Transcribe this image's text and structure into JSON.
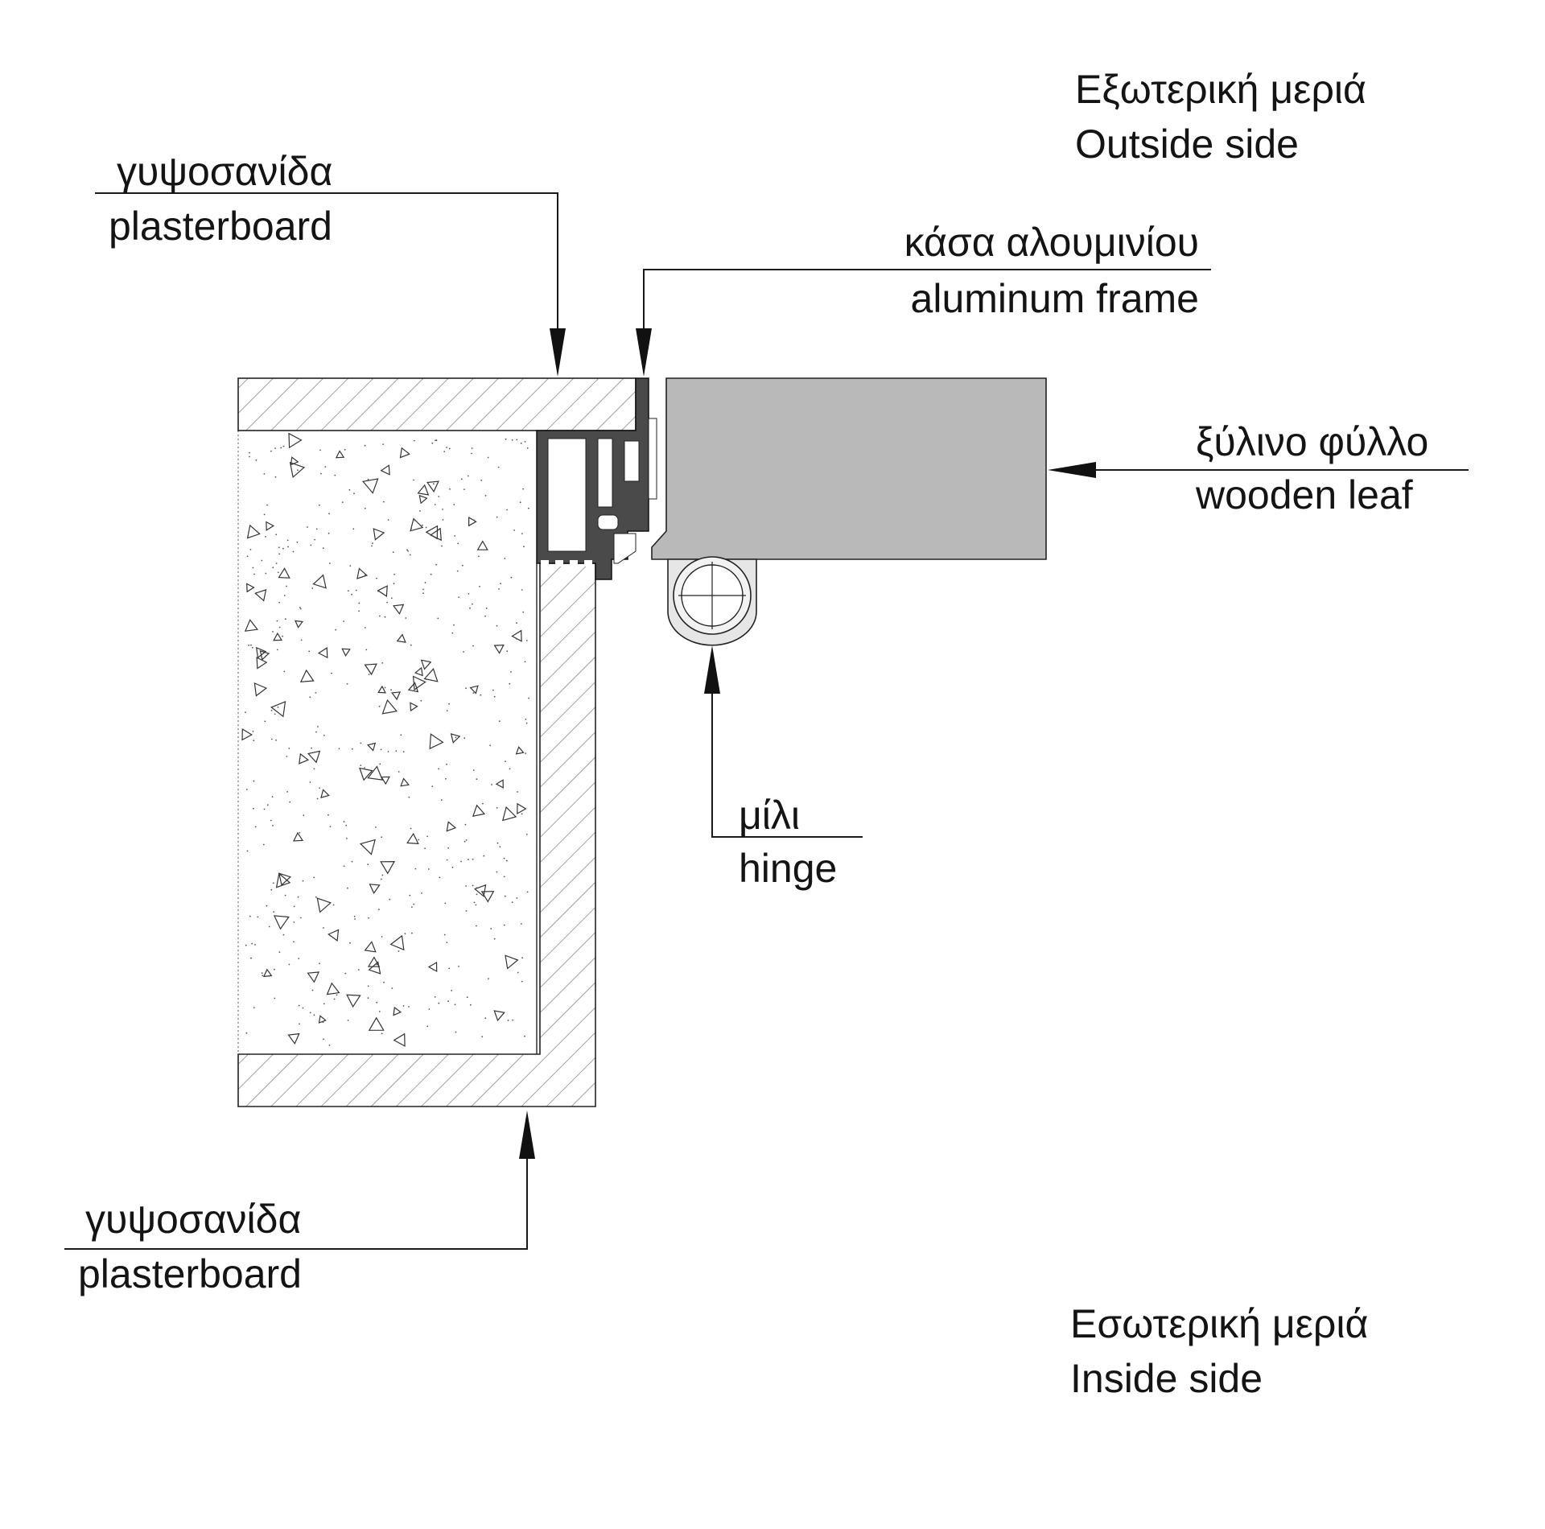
{
  "labels": {
    "outside_side": {
      "greek": "Εξωτερική μεριά",
      "english": "Outside side"
    },
    "inside_side": {
      "greek": "Εσωτερική μεριά",
      "english": "Inside side"
    },
    "plasterboard_top": {
      "greek": "γυψοσανίδα",
      "english": "plasterboard"
    },
    "aluminum_frame": {
      "greek": "κάσα αλουμινίου",
      "english": "aluminum frame"
    },
    "wooden_leaf": {
      "greek": "ξύλινο φύλλο",
      "english": "wooden leaf"
    },
    "hinge": {
      "greek": "μίλι",
      "english": "hinge"
    },
    "plasterboard_bottom": {
      "greek": "γυψοσανίδα",
      "english": "plasterboard"
    }
  },
  "colors": {
    "line": "#1a1a1a",
    "hatch": "#8a8a8a",
    "concrete_fill": "#ffffff",
    "aluminum_profile": "#4a4a4a",
    "wooden_leaf": "#b9b9b9",
    "hinge": "#e6e6e6"
  },
  "materials": {
    "wall_core": "concrete-aggregate",
    "plasterboard": "diagonal-hatch",
    "frame": "aluminum-profile",
    "leaf": "solid-grey",
    "hinge": "cylinder"
  }
}
